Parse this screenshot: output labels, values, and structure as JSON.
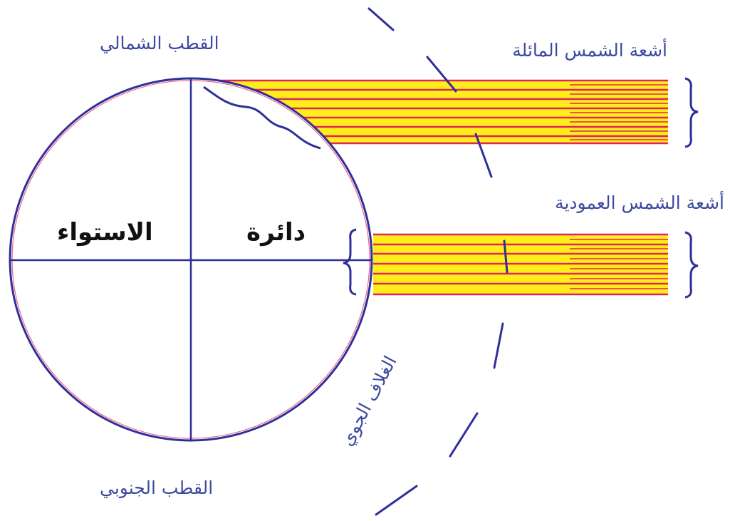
{
  "labels": {
    "north_pole": "القطب الشمالي",
    "south_pole": "القطب الجنوبي",
    "oblique_rays": "أشعة الشمس المائلة",
    "vertical_rays": "أشعة الشمس العمودية",
    "equator_word1": "الاستواء",
    "equator_word2": "دائرة",
    "atmosphere": "الغلاف الجوي"
  },
  "colors": {
    "outline": "#2f2f9a",
    "ray_line": "#e0245e",
    "ray_fill": "#ffee1a",
    "label_text": "#3b4aa0"
  }
}
